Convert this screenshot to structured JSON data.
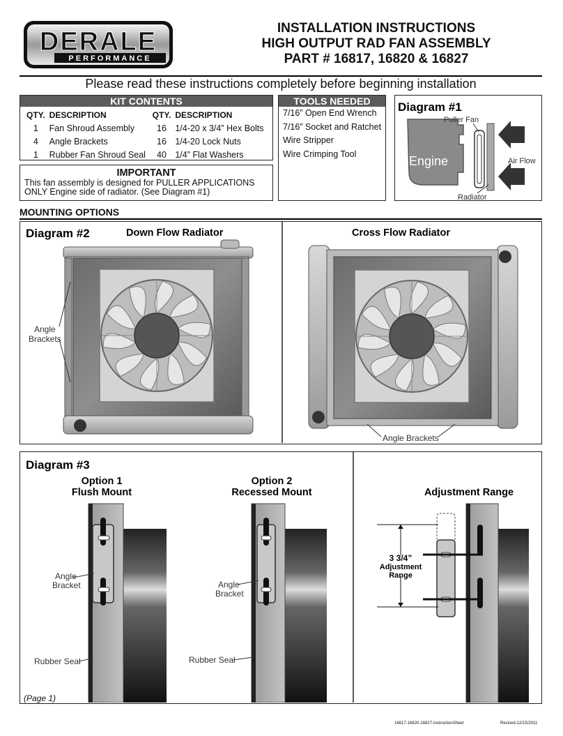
{
  "header": {
    "logo_main": "DERALE",
    "logo_sub": "PERFORMANCE",
    "title_line1": "INSTALLATION INSTRUCTIONS",
    "title_line2": "HIGH OUTPUT RAD FAN ASSEMBLY",
    "title_line3": "PART # 16817, 16820 & 16827",
    "notice": "Please read these instructions completely before beginning installation"
  },
  "kit_contents": {
    "title": "KIT CONTENTS",
    "col_qty": "QTY.",
    "col_desc": "DESCRIPTION",
    "rows": [
      {
        "qty1": "1",
        "desc1": "Fan Shroud Assembly",
        "qty2": "16",
        "desc2": "1/4-20 x 3/4” Hex Bolts"
      },
      {
        "qty1": "4",
        "desc1": "Angle Brackets",
        "qty2": "16",
        "desc2": "1/4-20 Lock Nuts"
      },
      {
        "qty1": "1",
        "desc1": "Rubber Fan Shroud Seal",
        "qty2": "40",
        "desc2": "1/4” Flat Washers"
      }
    ]
  },
  "tools_needed": {
    "title": "TOOLS NEEDED",
    "items": [
      "7/16” Open End Wrench",
      "7/16” Socket and Ratchet",
      "Wire Stripper",
      "Wire Crimping Tool"
    ]
  },
  "important": {
    "title": "IMPORTANT",
    "line1": "This fan assembly is designed for PULLER APPLICATIONS",
    "line2": "ONLY Engine side of radiator. (See Diagram #1)"
  },
  "diagram1": {
    "title": "Diagram #1",
    "puller_fan": "Puller Fan",
    "engine": "Engine",
    "air_flow": "Air Flow",
    "radiator": "Radiator"
  },
  "mounting_options": "MOUNTING OPTIONS",
  "diagram2": {
    "title": "Diagram #2",
    "down_flow": "Down Flow Radiator",
    "cross_flow": "Cross Flow Radiator",
    "angle": "Angle",
    "brackets": "Brackets",
    "angle_brackets": "Angle Brackets"
  },
  "diagram3": {
    "title": "Diagram #3",
    "opt1_line1": "Option 1",
    "opt1_line2": "Flush Mount",
    "opt2_line1": "Option 2",
    "opt2_line2": "Recessed Mount",
    "adjustment_title": "Adjustment Range",
    "angle": "Angle",
    "bracket": "Bracket",
    "rubber_seal": "Rubber Seal",
    "range_value": "3 3/4”",
    "range_word1": "Adjustment",
    "range_word2": "Range"
  },
  "footer": {
    "page": "(Page 1)",
    "doc_id": "16817-16820-16827-InstructionSheet",
    "revised": "Revised-12/15/2011"
  }
}
